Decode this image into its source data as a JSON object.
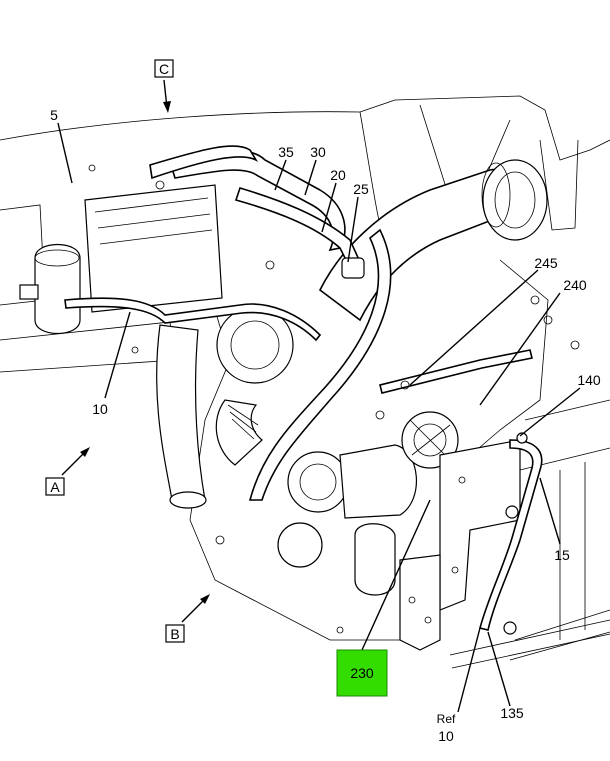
{
  "views": [
    "C",
    "A",
    "B"
  ],
  "callouts": [
    {
      "id": "c5",
      "label": "5"
    },
    {
      "id": "c35",
      "label": "35"
    },
    {
      "id": "c30",
      "label": "30"
    },
    {
      "id": "c20",
      "label": "20"
    },
    {
      "id": "c25",
      "label": "25"
    },
    {
      "id": "c245",
      "label": "245"
    },
    {
      "id": "c240",
      "label": "240"
    },
    {
      "id": "c140",
      "label": "140"
    },
    {
      "id": "c10",
      "label": "10"
    },
    {
      "id": "c15",
      "label": "15"
    },
    {
      "id": "c135",
      "label": "135"
    }
  ],
  "ref": {
    "prefix": "Ref",
    "number": "10"
  },
  "highlight": {
    "label": "230",
    "color": "#33dd00"
  }
}
